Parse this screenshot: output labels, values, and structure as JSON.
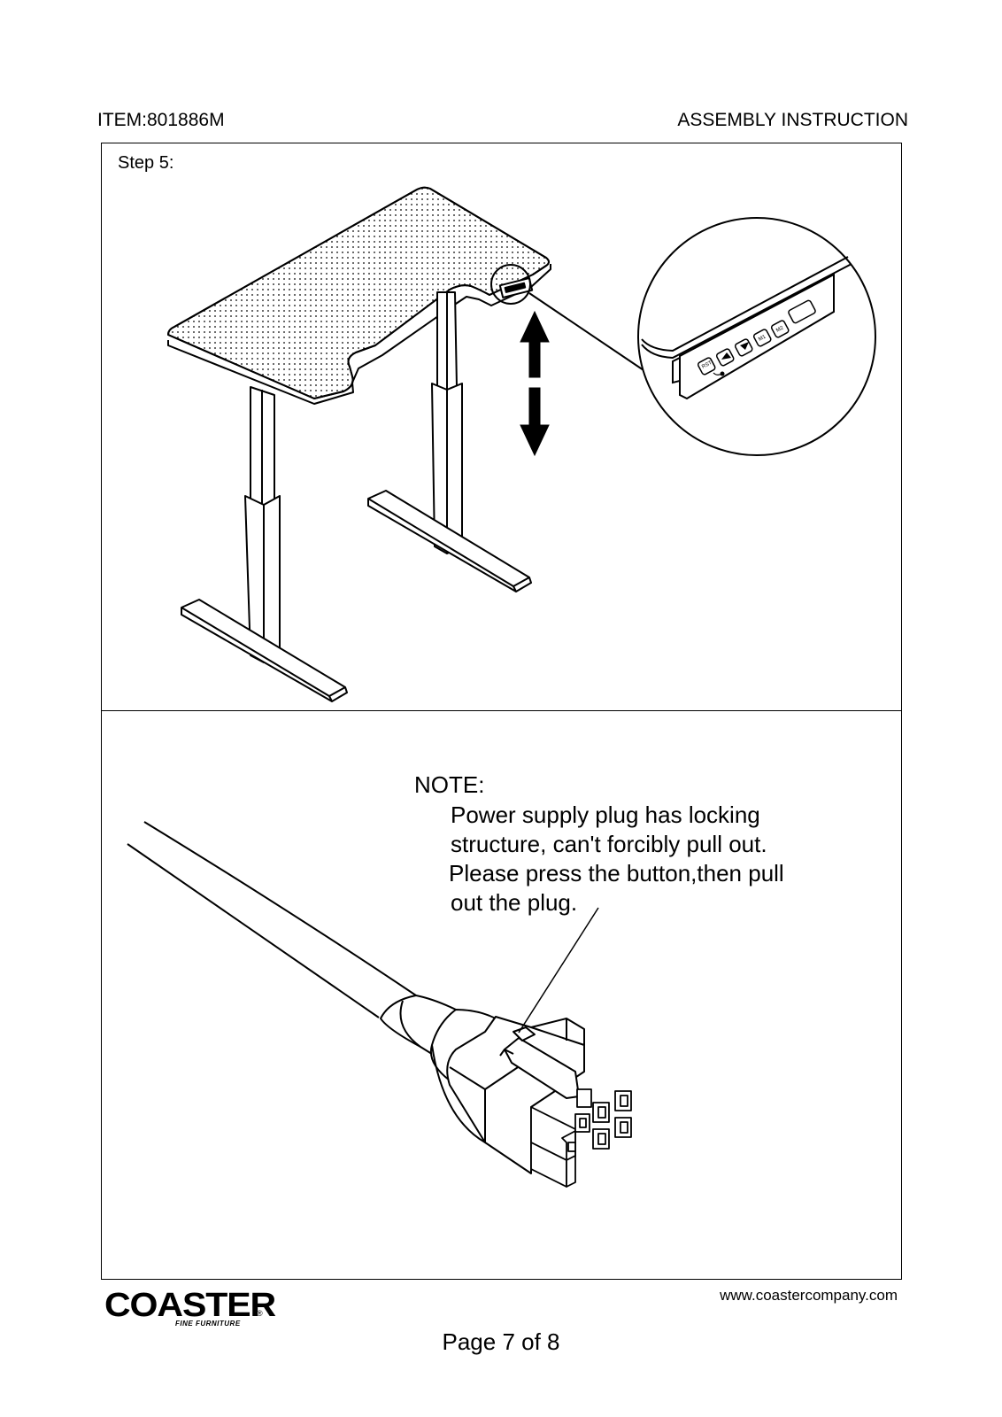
{
  "header": {
    "item": "ITEM:801886M",
    "title": "ASSEMBLY INSTRUCTION"
  },
  "step": {
    "label": "Step 5:"
  },
  "keypad": {
    "labels": [
      "RST",
      "M1",
      "M2"
    ]
  },
  "note": {
    "title": "NOTE:",
    "lines": [
      "Power supply plug has locking",
      "structure, can't forcibly pull out.",
      "Please press the button,then pull",
      "out the plug."
    ]
  },
  "footer": {
    "logo_text": "COASTER",
    "logo_sub": "FINE FURNITURE",
    "logo_reg": "®",
    "website": "www.coastercompany.com",
    "page": "Page 7 of 8"
  }
}
